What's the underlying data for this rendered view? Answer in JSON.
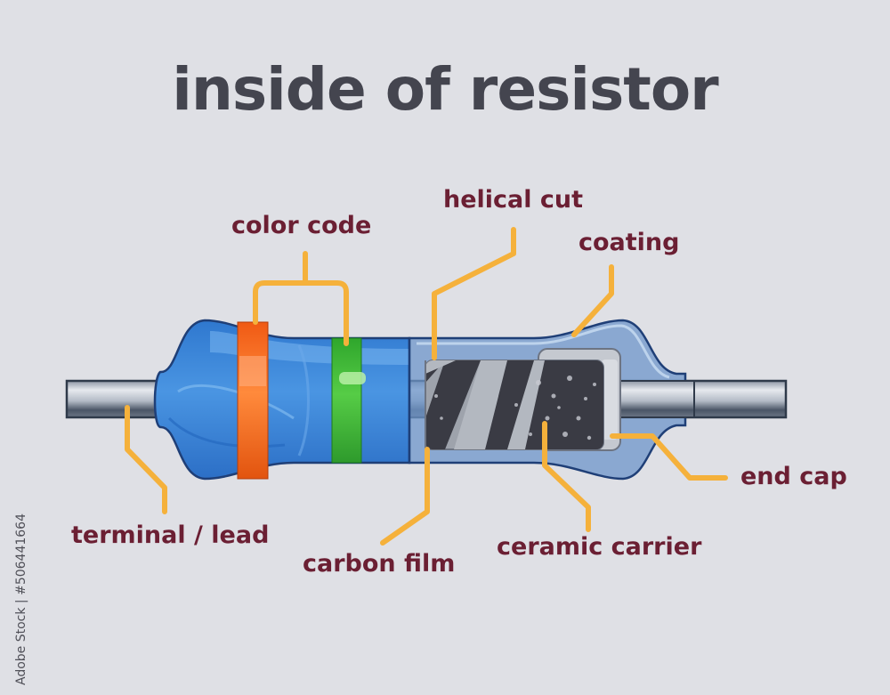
{
  "title": "inside of resistor",
  "labels": {
    "color_code": "color code",
    "helical_cut": "helical cut",
    "coating": "coating",
    "terminal_lead": "terminal / lead",
    "carbon_film": "carbon film",
    "ceramic_carrier": "ceramic carrier",
    "end_cap": "end cap"
  },
  "stock_id": "Adobe Stock | #506441664",
  "colors": {
    "background": "#dfe0e5",
    "title": "#44454f",
    "label": "#6b1f33",
    "leader": "#f5b13b",
    "body_blue": "#3a86d8",
    "band_orange": "#f2621c",
    "band_green": "#3fb83a",
    "ceramic": "#a7abb3",
    "carbon": "#3b3c45"
  }
}
